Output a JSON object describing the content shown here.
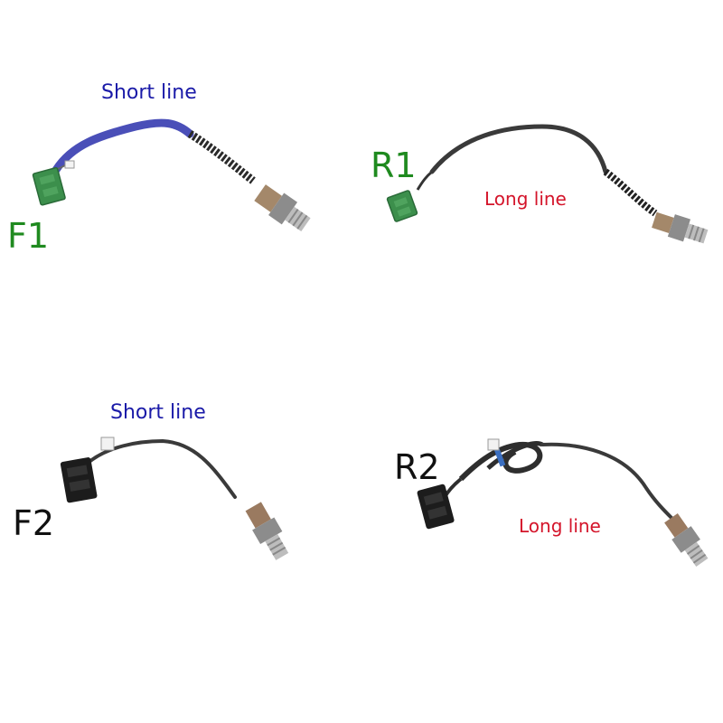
{
  "colors": {
    "short_label": "#1a1aa8",
    "long_label": "#d4142a",
    "code_green": "#1f8a1f",
    "code_black": "#111111",
    "cable_black": "#3a3a3a",
    "cable_blue": "#4a4fb8",
    "connector_green": "#3c8f4c",
    "connector_black": "#1c1c1c",
    "sensor_metal": "#9a8a78"
  },
  "panels": [
    {
      "code": "F1",
      "line_label": "Short line",
      "code_color": "code_green",
      "label_color": "short_label",
      "cable": "cable_blue",
      "connector": "connector_green"
    },
    {
      "code": "R1",
      "line_label": "Long line",
      "code_color": "code_green",
      "label_color": "long_label",
      "cable": "cable_black",
      "connector": "connector_green"
    },
    {
      "code": "F2",
      "line_label": "Short line",
      "code_color": "code_black",
      "label_color": "short_label",
      "cable": "cable_black",
      "connector": "connector_black"
    },
    {
      "code": "R2",
      "line_label": "Long line",
      "code_color": "code_black",
      "label_color": "long_label",
      "cable": "cable_black",
      "connector": "connector_black"
    }
  ]
}
